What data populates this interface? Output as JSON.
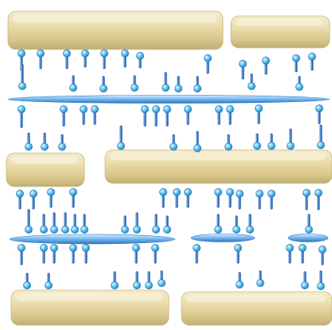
{
  "colors": {
    "background": "#ffffff",
    "cylinder_light": "#f2e8c4",
    "cylinder_mid": "#e2d39c",
    "cylinder_dark": "#bfae74",
    "membrane_light": "#cfe9ff",
    "membrane_mid": "#6fb2ea",
    "membrane_dark": "#2b78c4",
    "stalk": "#2a63b4",
    "head_light": "#e8f6ff",
    "head_mid": "#5fc3ee",
    "head_dark": "#1f7fc2"
  },
  "icons": {
    "cylinder": "tan-rounded-cylinder",
    "membrane": "blue-sheet",
    "probe": "ball-and-stick"
  }
}
